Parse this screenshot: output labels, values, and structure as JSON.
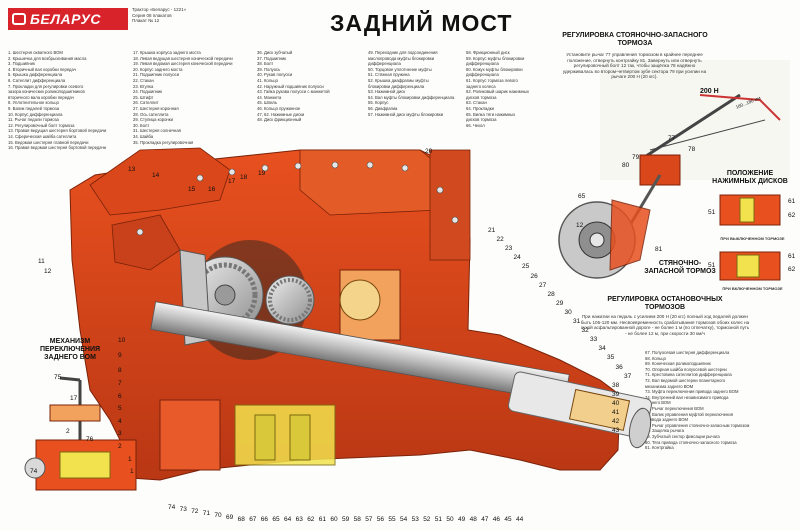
{
  "header": {
    "logo_text": "БЕЛАРУС",
    "meta_lines": [
      "Трактор «Беларус - 1221»",
      "Серия 08 плакатов",
      "Плакат № 12"
    ],
    "title": "ЗАДНИЙ МОСТ"
  },
  "legend_col1": [
    "1. Шестерня охватного ВОМ",
    "2. Крышечка для возбрызгивания масла",
    "3. Подшипник",
    "4. Вторичный вал коробки передач",
    "5. Крышка дифференциала",
    "6. Сателлит дифференциала",
    "7. Прокладки для регулировки осевого",
    "   зазора конических роликоподшипников",
    "   вторичного вала коробки передач",
    "8. Уплотнительное кольцо",
    "9. Валик педалей тормоза",
    "10. Корпус дифференциала",
    "11. Рычаг педали тормоза",
    "12. Регулировочный болт тормоза",
    "13. Правая ведущая шестерня бортовой передачи",
    "14. Сферическая шайба сателлита",
    "15. Ведомая шестерня главной передачи",
    "16. Правая ведомая шестерня бортовой передачи"
  ],
  "legend_col2": [
    "17. Крышка корпуса заднего моста",
    "18. Левая ведущая шестерня конической передачи",
    "19. Левая ведомая шестерня конической передачи",
    "20. Корпус заднего моста",
    "21. Подшипник полуоси",
    "22. Стакан",
    "23. Втулка",
    "24. Подшипник",
    "25. Штифт",
    "26. Сателлит",
    "27. Шестерня коронная",
    "28. Ось сателлита",
    "29. Ступица коронки",
    "30. Болт",
    "31. Шестерня солнечная",
    "34. Шайба",
    "35. Прокладка регулировочная"
  ],
  "legend_col3": [
    "36. Диск зубчатый",
    "37. Подшипник",
    "38. Болт",
    "39. Полуось",
    "40. Рукав полуоси",
    "41. Кольцо",
    "42. Наружный подшипник полуоси",
    "43. Гайка рукава полуоси с манжетой",
    "44. Манжета",
    "45. Шпиль",
    "46. Кольцо пружинное",
    "47, 62. Нажимные диски",
    "48. Диск фрикционный"
  ],
  "legend_col4": [
    "49. Переходник для подсоединения",
    "   маслопровода муфты блокировки",
    "   дифференциала",
    "50. Торцовое уплотнение муфты",
    "51. Стяжная пружина",
    "52. Крышка диафрагмы муфты",
    "   блокировки дифференциала",
    "53. Нажимной диск",
    "54. Вал муфты блокировки дифференциала",
    "55. Корпус",
    "56. Диафрагма",
    "57. Нажимной диск муфты блокировки"
  ],
  "legend_col5": [
    "58. Фрикционный диск",
    "59. Корпус муфты блокировки",
    "   дифференциала",
    "60. Кожух муфты блокировки",
    "   дифференциала",
    "61. Корпус тормоза левого",
    "   заднего колеса",
    "62. Роликовый шарик нажимных",
    "   дисков тормоза",
    "63. Стакан",
    "64. Прокладки",
    "65. Вилка тяги нажимных",
    "   дисков тормоза",
    "66. Чехол"
  ],
  "legend_col6": [
    "67. Полуосевая шестерня дифференциала",
    "68. Кольцо",
    "69. Коническая роликоподшипник",
    "70. Опорная шайба полуосевой шестерни",
    "71. Крестовина сателлитов дифференциала",
    "72. Вал ведомой шестерни планетарного",
    "   механизма заднего ВОМ",
    "73. Муфта переключения привода заднего ВОМ",
    "74. Внутренний вал независимого привода",
    "   заднего ВОМ",
    "75. Рычаг переключения ВОМ",
    "76. Валик управления муфтой переключения",
    "   привода заднего ВОМ",
    "77. Рычаг управления стояночно-запасным тормозом",
    "78. Защелка рычага",
    "79. Зубчатый сектор фиксации рычага",
    "80. Тяга привода стояночно-запасного тормоза",
    "81. Контргайка"
  ],
  "section_parking": {
    "title": "РЕГУЛИРОВКА СТОЯНОЧНО-ЗАПАСНОГО ТОРМОЗА",
    "text": "Установите рычаг 77 управления тормозом в крайнее переднее положение, отвернуть контргайку 81. Завернуть или отвернуть регулировочный болт 12 так, чтобы защёлка 78 надёжно удерживалась во втором-четвертом зубе сектора 79 при усилии на рычаге 200 Н (20 кгс).",
    "force_label": "200 Н",
    "dim_label": "160...180 мм"
  },
  "section_discs": {
    "title": "ПОЛОЖЕНИЕ НАЖИМНЫХ ДИСКОВ",
    "caption_off": "ПРИ ВЫКЛЮЧЕННОМ ТОРМОЗЕ",
    "caption_on": "ПРИ ВКЛЮЧЕННОМ ТОРМОЗЕ"
  },
  "section_brake_label": "СТЯНОЧНО-ЗАПАСНОЙ ТОРМОЗ",
  "section_service": {
    "title": "РЕГУЛИРОВКА ОСТАНОВОЧНЫХ ТОРМОЗОВ",
    "text": "При нажатии на педаль с усилием 200 Н (20 кгс) полный ход педалей должен быть 105-120 мм. Несвоевременность срабатывания тормозов обоих колес на сухой асфальтированной дороге - не более 1 м (по отпечатку), тормозной путь - не более 12 м, при скорости 30 км/ч"
  },
  "section_pto": {
    "title": "МЕХАНИЗМ ПЕРЕКЛЮЧЕНИЯ ЗАДНЕГО ВОМ"
  },
  "callouts_top": [
    "13",
    "14",
    "15",
    "16",
    "17",
    "18",
    "19",
    "20"
  ],
  "callouts_right": [
    "21",
    "22",
    "23",
    "24",
    "25",
    "26",
    "27",
    "28",
    "29",
    "30",
    "31",
    "32",
    "33",
    "34",
    "35",
    "36",
    "37",
    "38",
    "39",
    "40",
    "41",
    "42",
    "43"
  ],
  "callouts_bottom": [
    "44",
    "45",
    "46",
    "47",
    "48",
    "49",
    "50",
    "51",
    "52",
    "53",
    "54",
    "55",
    "56",
    "57",
    "58",
    "59",
    "60",
    "61",
    "62",
    "63",
    "64",
    "65",
    "66",
    "67",
    "68",
    "69",
    "70",
    "71",
    "72",
    "73",
    "74"
  ],
  "callouts_left": [
    "11",
    "12",
    "10",
    "9",
    "8",
    "7",
    "6",
    "5",
    "4",
    "3",
    "2",
    "1"
  ],
  "callouts_pto": [
    "75",
    "17",
    "2",
    "76",
    "74",
    "1"
  ],
  "callouts_parking": [
    "77",
    "78",
    "79",
    "80",
    "81",
    "12",
    "65"
  ],
  "callouts_discs": [
    "51",
    "61",
    "62",
    "61",
    "51",
    "62"
  ]
}
